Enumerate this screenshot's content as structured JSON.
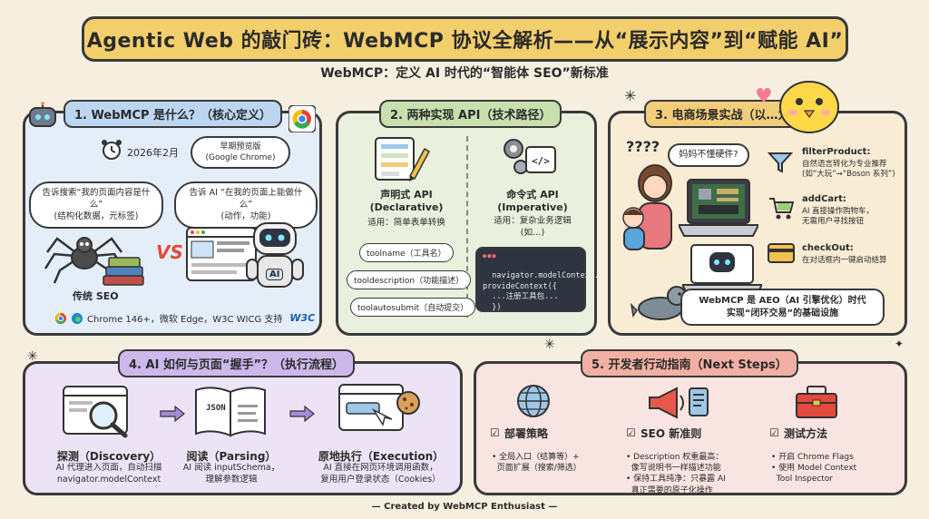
{
  "header": {
    "title": "Agentic Web 的敲门砖：WebMCP 协议全解析——从“展示内容”到“赋能 AI”",
    "subtitle": "WebMCP：定义 AI 时代的“智能体 SEO”新标准"
  },
  "section1": {
    "title": "1. WebMCP 是什么？（核心定义）",
    "date": "2026年2月",
    "badge": "早期预览版\n(Google Chrome)",
    "left_bubble": "告诉搜索“我的页面内容是什么”\n(结构化数据，元标签)",
    "right_bubble": "告诉 AI “在我的页面上能做什么”\n(动作，功能)",
    "vs": "VS",
    "traditional_label": "传统 SEO",
    "robot_label": "AI",
    "support": "Chrome 146+，微软 Edge，W3C WICG 支持",
    "w3c": "W3C"
  },
  "section2": {
    "title": "2. 两种实现 API（技术路径）",
    "declarative_title": "声明式 API\n(Declarative)",
    "declarative_use": "适用：简单表单转换",
    "imperative_title": "命令式 API\n(Imperative)",
    "imperative_use": "适用：复杂业务逻辑\n(如…)",
    "tags": [
      "toolname（工具名）",
      "tooldescription（功能描述）",
      "toolautosubmit（自动提交）"
    ],
    "code": "navigator.modelContext.\nprovideContext({\n  ...注册工具包...\n  })\n})"
  },
  "section3": {
    "title": "3. 电商场景实战（以…为例）",
    "question_marks": "????",
    "mom_bubble": "妈妈不懂硬件?",
    "items": [
      {
        "title": "filterProduct:",
        "desc": "自然语言转化为专业推荐\n(如“大玩”→“Boson 系列”)"
      },
      {
        "title": "addCart:",
        "desc": "AI 直接操作购物车，\n无需用户寻找按钮"
      },
      {
        "title": "checkOut:",
        "desc": "在对话框内一键启动结算"
      }
    ],
    "conclusion": "WebMCP 是 AEO（AI 引擎优化）时代\n实现“闭环交易”的基础设施"
  },
  "section4": {
    "title": "4. AI 如何与页面“握手”？（执行流程）",
    "steps": [
      {
        "title": "探测（Discovery）",
        "desc": "AI 代理进入页面，自动扫描\nnavigator.modelContext"
      },
      {
        "title": "阅读（Parsing）",
        "desc": "AI 阅读 inputSchema，\n理解参数逻辑"
      },
      {
        "title": "原地执行（Execution）",
        "desc": "AI 直接在网页环境调用函数，\n复用用户登录状态（Cookies）"
      }
    ],
    "book_label": "JSON"
  },
  "section5": {
    "title": "5. 开发者行动指南（Next Steps）",
    "cols": [
      {
        "title": "部署策略",
        "lines": [
          "• 全局入口（结算等）+",
          "  页面扩展（搜索/筛选）"
        ]
      },
      {
        "title": "SEO 新准则",
        "lines": [
          "• Description 权重最高：",
          "  像写说明书一样描述功能",
          "• 保持工具纯净：只暴露 AI",
          "  真正需要的原子化操作"
        ]
      },
      {
        "title": "测试方法",
        "lines": [
          "• 开启 Chrome Flags",
          "• 使用 Model Context",
          "  Tool Inspector"
        ]
      }
    ]
  },
  "footer": {
    "credit": "— Created by WebMCP Enthusiast —"
  },
  "colors": {
    "banner": "#f3cf6c",
    "panel1": "#e4eef9",
    "panel2": "#e9f0dd",
    "panel3": "#f8ecd5",
    "panel4": "#ece4f6",
    "panel5": "#f8e4e0"
  }
}
